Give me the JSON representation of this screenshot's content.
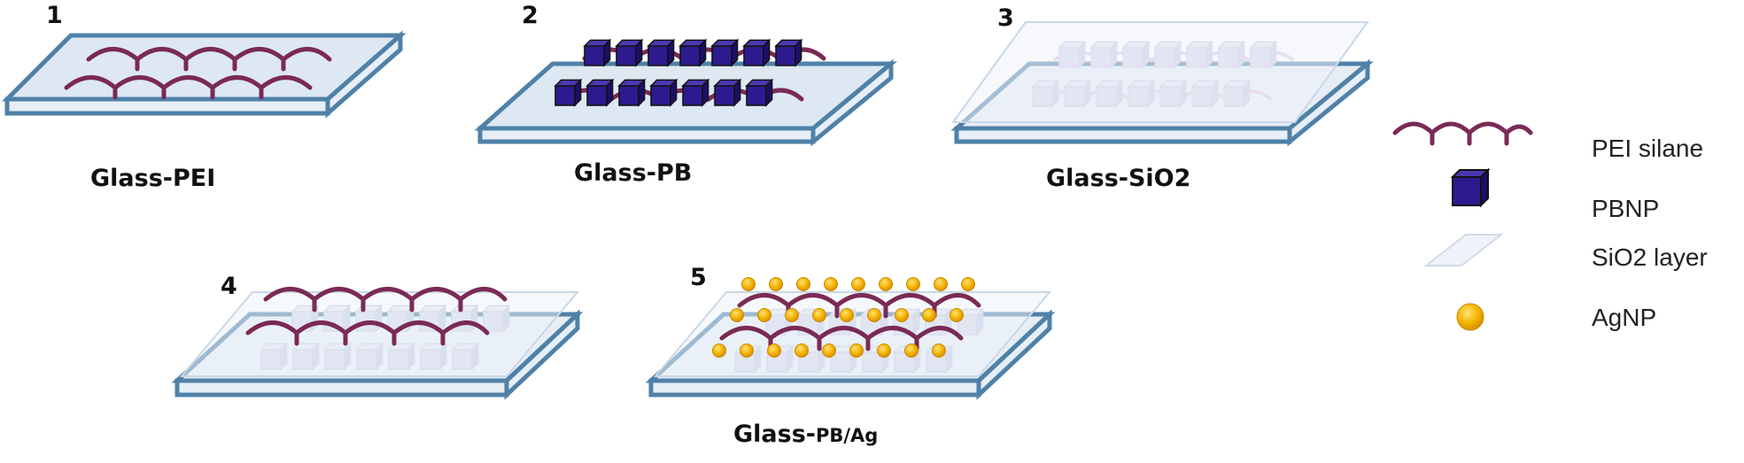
{
  "panels": [
    {
      "number": "1",
      "caption": "Glass-PEI"
    },
    {
      "number": "2",
      "caption": "Glass-PB"
    },
    {
      "number": "3",
      "caption": "Glass-SiO2"
    },
    {
      "number": "4",
      "caption": ""
    },
    {
      "number": "5",
      "caption_main": "Glass-",
      "caption_sub": "PB/Ag"
    }
  ],
  "legend": {
    "pei": "PEI silane",
    "pbnp": "PBNP",
    "sio2": "SiO2 layer",
    "agnp": "AgNP"
  },
  "colors": {
    "glass_top": "#dde8f3",
    "glass_edge": "#4f81a8",
    "pei": "#7a2a55",
    "pbnp": "#2e1a8f",
    "agnp": "#f5b400",
    "sio2": "#eaf0f7"
  }
}
